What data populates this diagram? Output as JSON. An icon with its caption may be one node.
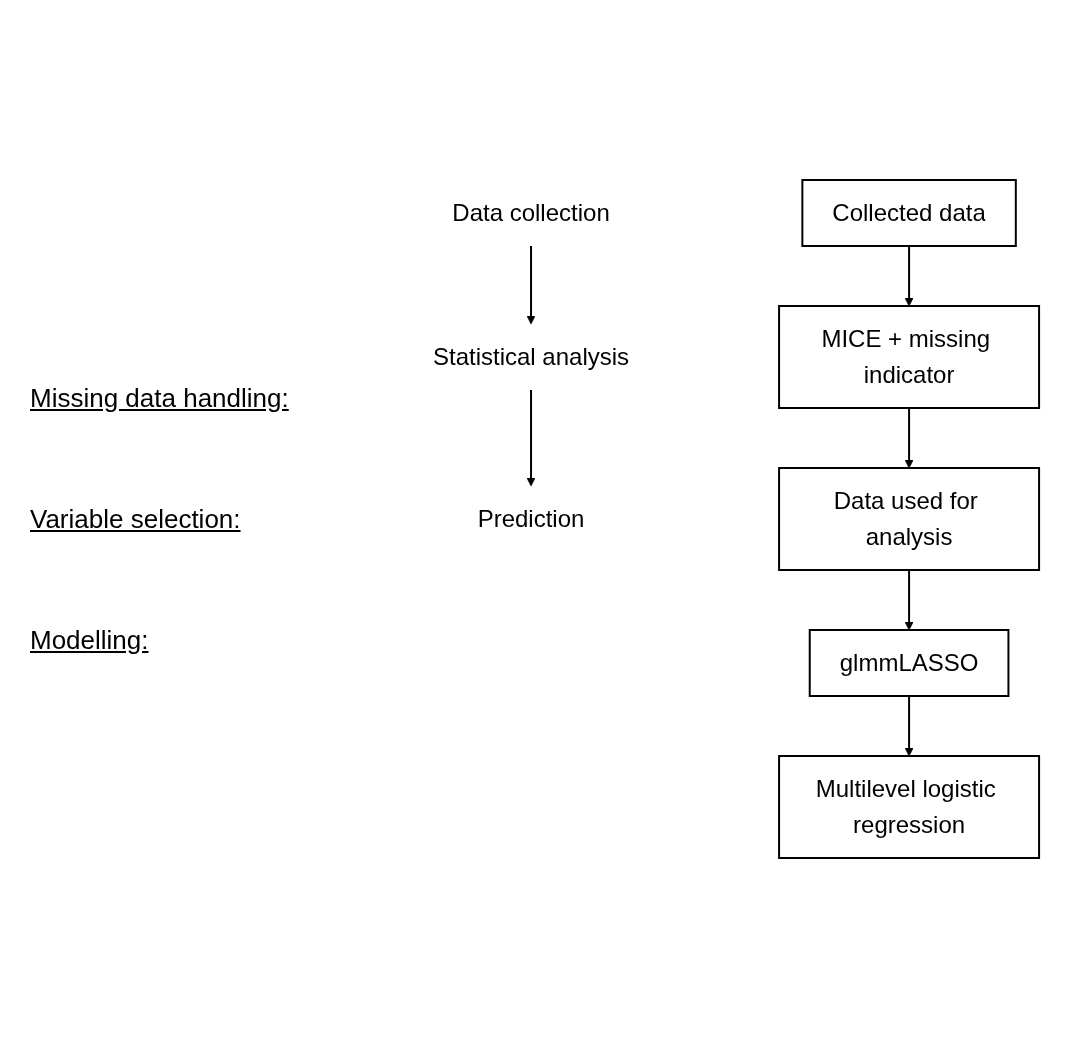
{
  "diagram": {
    "nodes": [
      {
        "text": [
          "Data collection"
        ]
      },
      {
        "text": [
          "Statistical analysis"
        ]
      },
      {
        "text": [
          "Prediction"
        ]
      },
      {
        "text": [
          "Collected data"
        ]
      },
      {
        "text": [
          "MICE + missing indicator"
        ]
      },
      {
        "text": [
          "Data used for analysis"
        ]
      },
      {
        "text": [
          "glmmLASSO"
        ]
      },
      {
        "text": [
          "Multilevel logistic regression"
        ]
      }
    ],
    "edges": [
      {
        "from": 0,
        "to": 1,
        "arrow": "to"
      },
      {
        "from": 1,
        "to": 2,
        "arrow": "to"
      },
      {
        "from": 3,
        "to": 4,
        "arrow": "to"
      },
      {
        "from": 4,
        "to": 5,
        "arrow": "to"
      },
      {
        "from": 5,
        "to": 6,
        "arrow": "to"
      },
      {
        "from": 6,
        "to": 7,
        "arrow": "to"
      }
    ],
    "labels": [
      "Missing data handling:",
      "Variable selection:",
      "Modelling:"
    ]
  }
}
